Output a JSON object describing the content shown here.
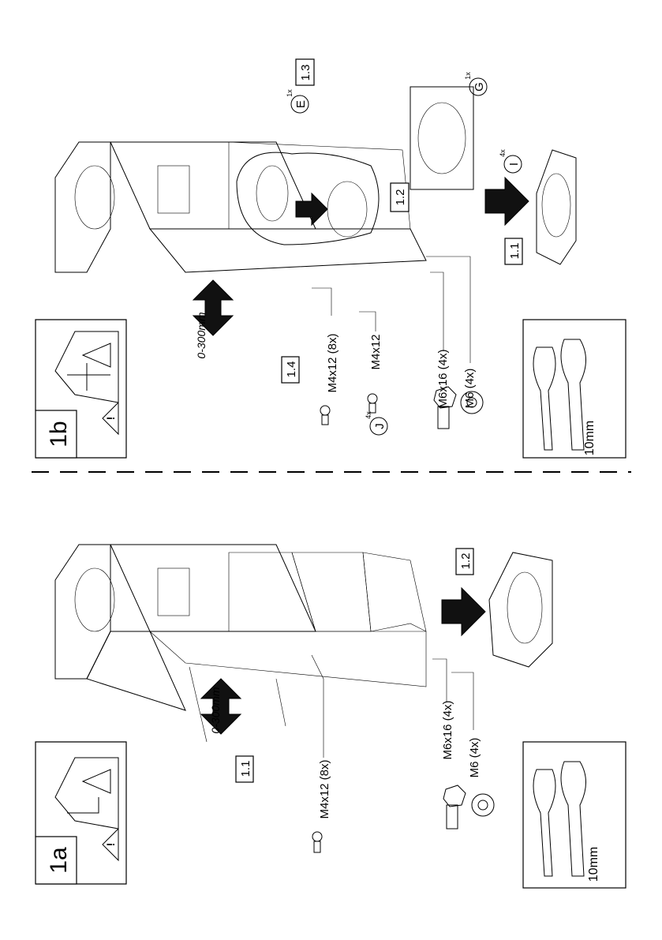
{
  "panel_a": {
    "step_label": "1a",
    "substeps": [
      "1.1",
      "1.2"
    ],
    "range_label": "0-300mm",
    "parts": [
      {
        "label": "M4x12 (8x)",
        "icon": "screw-icon"
      },
      {
        "label": "M6x16 (4x)",
        "icon": "bolt-icon"
      },
      {
        "label": "M6 (4x)",
        "icon": "lock-washer-icon"
      }
    ],
    "tools": {
      "wrench_size": "10mm",
      "icon": "screwdriver-icon"
    }
  },
  "panel_b": {
    "step_label": "1b",
    "substeps": [
      "1.1",
      "1.2",
      "1.3",
      "1.4"
    ],
    "range_label": "0-300mm",
    "parts": [
      {
        "label": "M4x12 (8x)",
        "icon": "screw-icon"
      },
      {
        "label": "M4x12",
        "icon": "screw-icon",
        "callout": "J",
        "count": "4x"
      },
      {
        "label": "M6x16 (4x)",
        "icon": "bolt-icon"
      },
      {
        "label": "M6 (4x)",
        "icon": "lock-washer-icon"
      }
    ],
    "callouts": [
      {
        "letter": "E",
        "count": "1x"
      },
      {
        "letter": "G",
        "count": "1x"
      },
      {
        "letter": "I",
        "count": "4x"
      }
    ],
    "tools": {
      "wrench_size": "10mm",
      "icon": "screwdriver-icon"
    }
  }
}
